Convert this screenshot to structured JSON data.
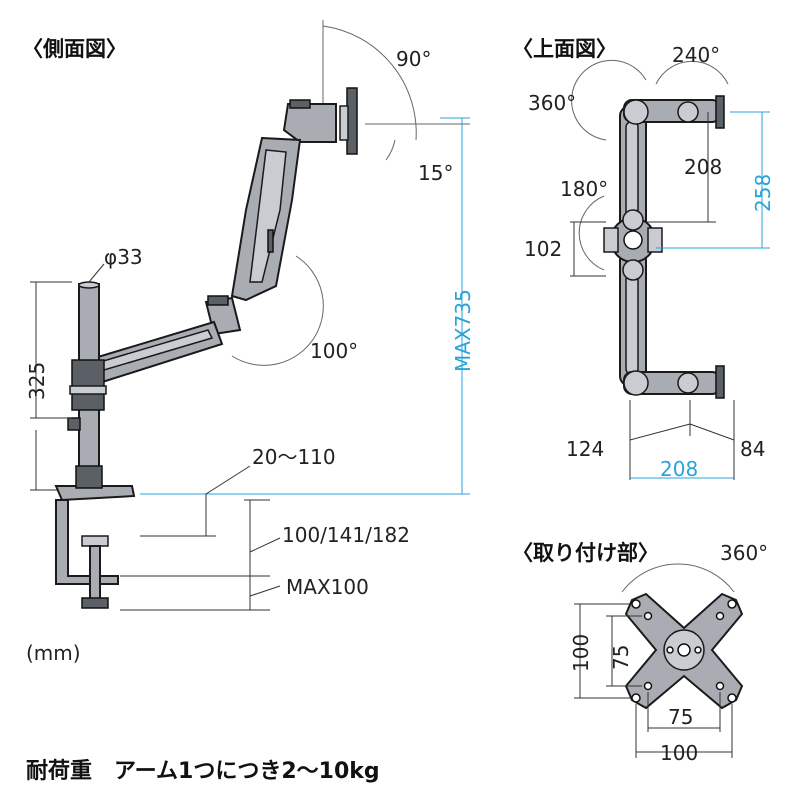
{
  "side_view": {
    "heading": "〈側面図〉",
    "tilt_up": "90°",
    "tilt_down": "15°",
    "elbow_angle": "100°",
    "pole_diameter": "φ33",
    "pole_height": "325",
    "max_height": "MAX735",
    "clamp_reach": "20〜110",
    "clamp_depths": "100/141/182",
    "clamp_max": "MAX100"
  },
  "top_view": {
    "heading": "〈上面図〉",
    "angle_360": "360°",
    "angle_240": "240°",
    "angle_180": "180°",
    "dim_208_upper": "208",
    "dim_258": "258",
    "dim_102": "102",
    "dim_124": "124",
    "dim_84": "84",
    "dim_208_lower": "208"
  },
  "mount": {
    "heading": "〈取り付け部〉",
    "rotation": "360°",
    "vesa_outer_v": "100",
    "vesa_inner_v": "75",
    "vesa_inner_h": "75",
    "vesa_outer_h": "100"
  },
  "unit_note": "(mm)",
  "load_note": "耐荷重　アーム1つにつき2〜10kg",
  "colors": {
    "dimension_accent": "#29a3d9",
    "arm_metal": "#a9adb3",
    "ink": "#1a1a1a"
  }
}
